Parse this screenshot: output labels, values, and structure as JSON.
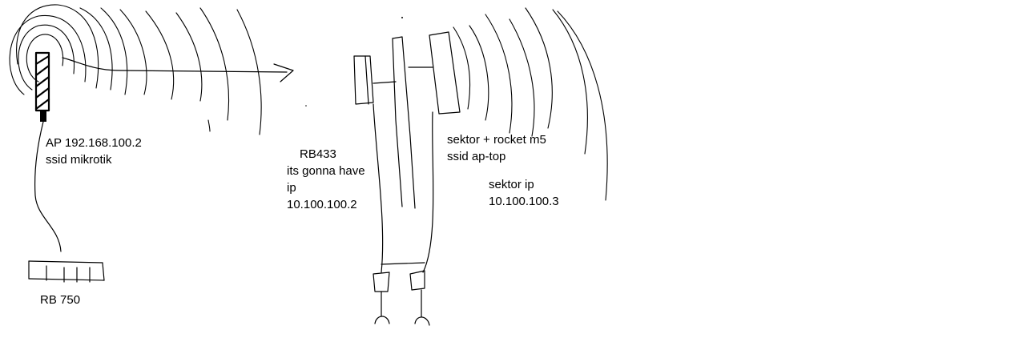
{
  "labels": {
    "ap_line1": "AP  192.168.100.2",
    "ap_line2": "ssid mikrotik",
    "rb750": "RB 750",
    "rb433_line1": "RB433",
    "rb433_line2": "its gonna have",
    "rb433_line3": "ip",
    "rb433_line4": "10.100.100.2",
    "sektor_line1": "sektor + rocket m5",
    "sektor_line2": "ssid ap-top",
    "sektor_ip_line1": "sektor ip",
    "sektor_ip_line2": "10.100.100.3"
  },
  "colors": {
    "ink": "#000000",
    "background": "#ffffff"
  }
}
